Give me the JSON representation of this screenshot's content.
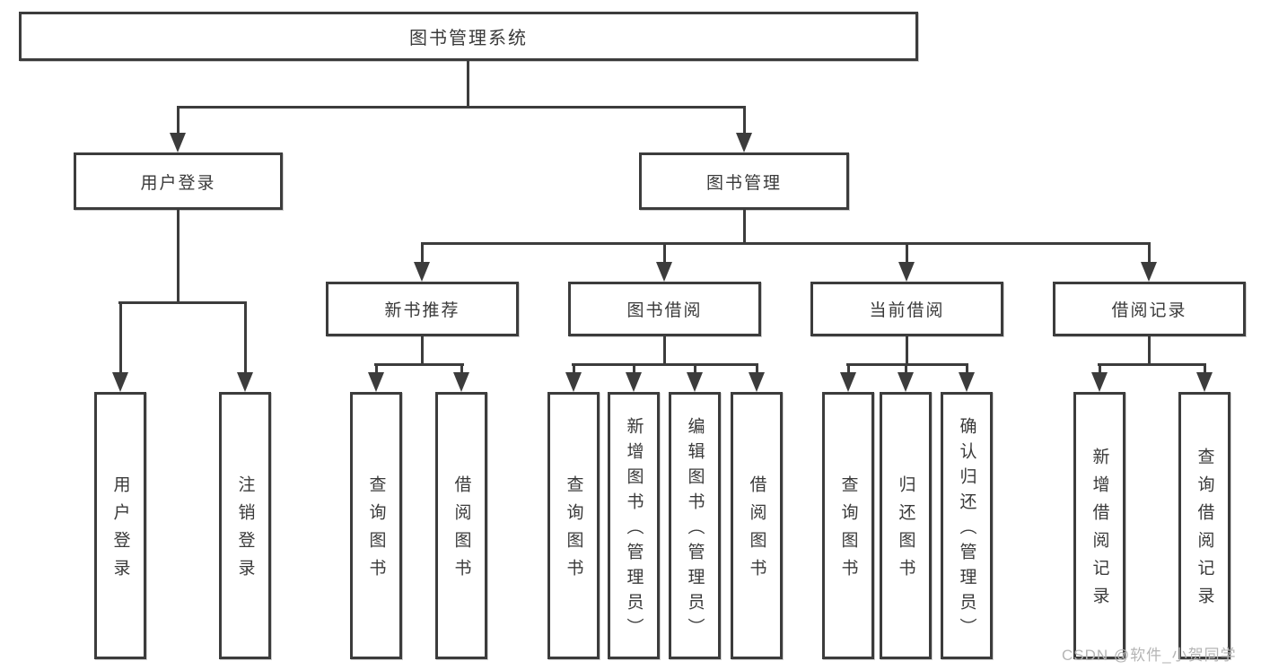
{
  "diagram": {
    "root": {
      "label": "图书管理系统"
    },
    "level1": [
      {
        "label": "用户登录",
        "children": [
          {
            "label": "用户登录"
          },
          {
            "label": "注销登录"
          }
        ]
      },
      {
        "label": "图书管理",
        "children": [
          {
            "label": "新书推荐",
            "children": [
              {
                "label": "查询图书"
              },
              {
                "label": "借阅图书"
              }
            ]
          },
          {
            "label": "图书借阅",
            "children": [
              {
                "label": "查询图书"
              },
              {
                "label": "新增图书（管理员）"
              },
              {
                "label": "编辑图书（管理员）"
              },
              {
                "label": "借阅图书"
              }
            ]
          },
          {
            "label": "当前借阅",
            "children": [
              {
                "label": "查询图书"
              },
              {
                "label": "归还图书"
              },
              {
                "label": "确认归还（管理员）"
              }
            ]
          },
          {
            "label": "借阅记录",
            "children": [
              {
                "label": "新增借阅记录"
              },
              {
                "label": "查询借阅记录"
              }
            ]
          }
        ]
      }
    ]
  },
  "watermark": {
    "text": "CSDN @软件_小贺同学"
  },
  "colors": {
    "line": "#3c3c3c",
    "text": "#3a3a3a",
    "background": "#ffffff",
    "watermark": "#b5b5b5"
  }
}
